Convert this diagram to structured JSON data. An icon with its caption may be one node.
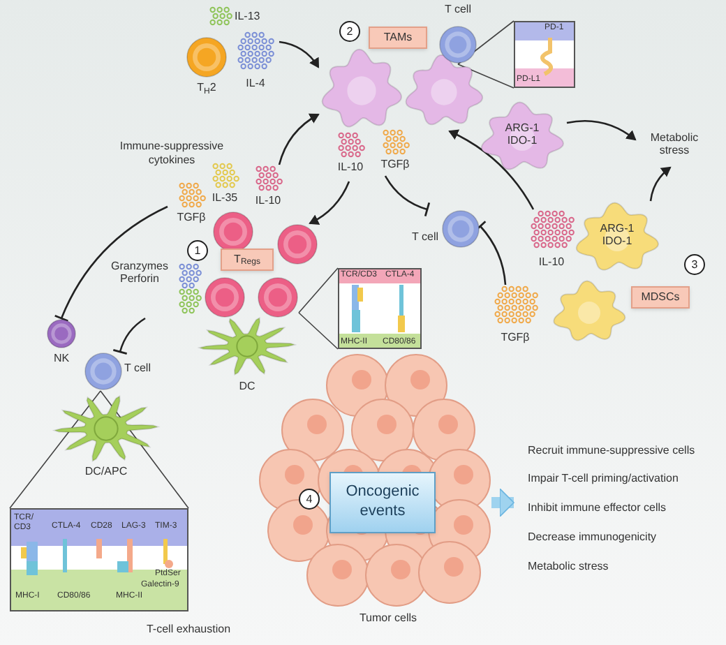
{
  "diagram": {
    "nodes": [
      {
        "text": [
          "T$_{H}$2"
        ]
      },
      {
        "text": [
          "IL-13"
        ]
      },
      {
        "text": [
          "IL-4"
        ]
      },
      {
        "text": [
          "TAMs"
        ]
      },
      {
        "text": [],
        "shape": "picture"
      },
      {
        "text": [],
        "shape": "picture"
      },
      {
        "text": [
          "T cell"
        ]
      },
      {
        "text": [
          "PD-1",
          "PD-L1"
        ]
      },
      {
        "text": [
          "IL-10"
        ]
      },
      {
        "text": [
          "TGFβ"
        ]
      },
      {
        "text": [
          "ARG-1 IDO-1"
        ]
      },
      {
        "text": [
          "Metabolic stress"
        ]
      },
      {
        "text": [
          "IL-35"
        ]
      },
      {
        "text": [
          "IL-10"
        ]
      },
      {
        "text": [
          "TGFβ"
        ]
      },
      {
        "text": [],
        "shape": "circle"
      },
      {
        "text": [],
        "shape": "circle"
      },
      {
        "text": [],
        "shape": "circle"
      },
      {
        "text": [],
        "shape": "circle"
      },
      {
        "text": [
          "T$_{Regs}$"
        ]
      },
      {
        "text": [
          "Granzymes Perforin"
        ]
      },
      {
        "text": [
          "T cell"
        ]
      },
      {
        "text": [
          "IL-10"
        ]
      },
      {
        "text": [
          "ARG-1 IDO-1"
        ]
      },
      {
        "text": [
          "MDSCs"
        ]
      },
      {
        "text": [],
        "shape": "picture"
      },
      {
        "text": [
          "TGFβ"
        ]
      },
      {
        "text": [
          "DC"
        ]
      },
      {
        "text": [
          "TCR/CD3",
          "CTLA-4",
          "MHC-II",
          "CD80/86"
        ]
      },
      {
        "text": [
          "NK"
        ]
      },
      {
        "text": [
          "T cell"
        ]
      },
      {
        "text": [
          "DC/APC"
        ]
      },
      {
        "text": [
          "TCR/ CD3",
          "CTLA-4",
          "CD28",
          "LAG-3",
          "TIM-3",
          "MHC-I",
          "CD80/86",
          "MHC-II",
          "PtdSer",
          "Galectin-9"
        ]
      },
      {
        "text": [
          "Tumor cells"
        ]
      },
      {
        "text": [
          "Oncogenic events"
        ],
        "in": 33
      },
      {
        "text": [
          "Recruit immune-suppressive cells",
          "Impair T-cell priming/activation",
          "Inhibit immune effector cells",
          "Decrease immunogenicity",
          "Metabolic stress"
        ]
      }
    ],
    "edges": [
      {
        "from": 2,
        "to": 4,
        "arrow": "to"
      },
      {
        "from": 13,
        "to": 4,
        "arrow": "to"
      },
      {
        "from": 8,
        "to": 16,
        "arrow": "to"
      },
      {
        "from": 9,
        "to": 21,
        "arrow": "other"
      },
      {
        "from": 6,
        "to": 7,
        "arrow": "none"
      },
      {
        "from": 10,
        "to": 11,
        "arrow": "to"
      },
      {
        "from": 23,
        "to": 11,
        "arrow": "to"
      },
      {
        "from": 22,
        "to": 5,
        "arrow": "to"
      },
      {
        "from": 26,
        "to": 21,
        "arrow": "other"
      },
      {
        "from": 14,
        "to": 29,
        "arrow": "other"
      },
      {
        "from": 20,
        "to": 30,
        "arrow": "other"
      },
      {
        "from": 18,
        "to": 28,
        "arrow": "none"
      },
      {
        "from": 30,
        "to": 32,
        "arrow": "none"
      },
      {
        "from": 33,
        "to": 35,
        "arrow": "to",
        "style": "thick",
        "color": "#9fd3ef"
      }
    ],
    "labels": [
      "2",
      "Immune-suppressive cytokines",
      "1",
      "3",
      "4",
      "T-cell exhaustion"
    ]
  }
}
